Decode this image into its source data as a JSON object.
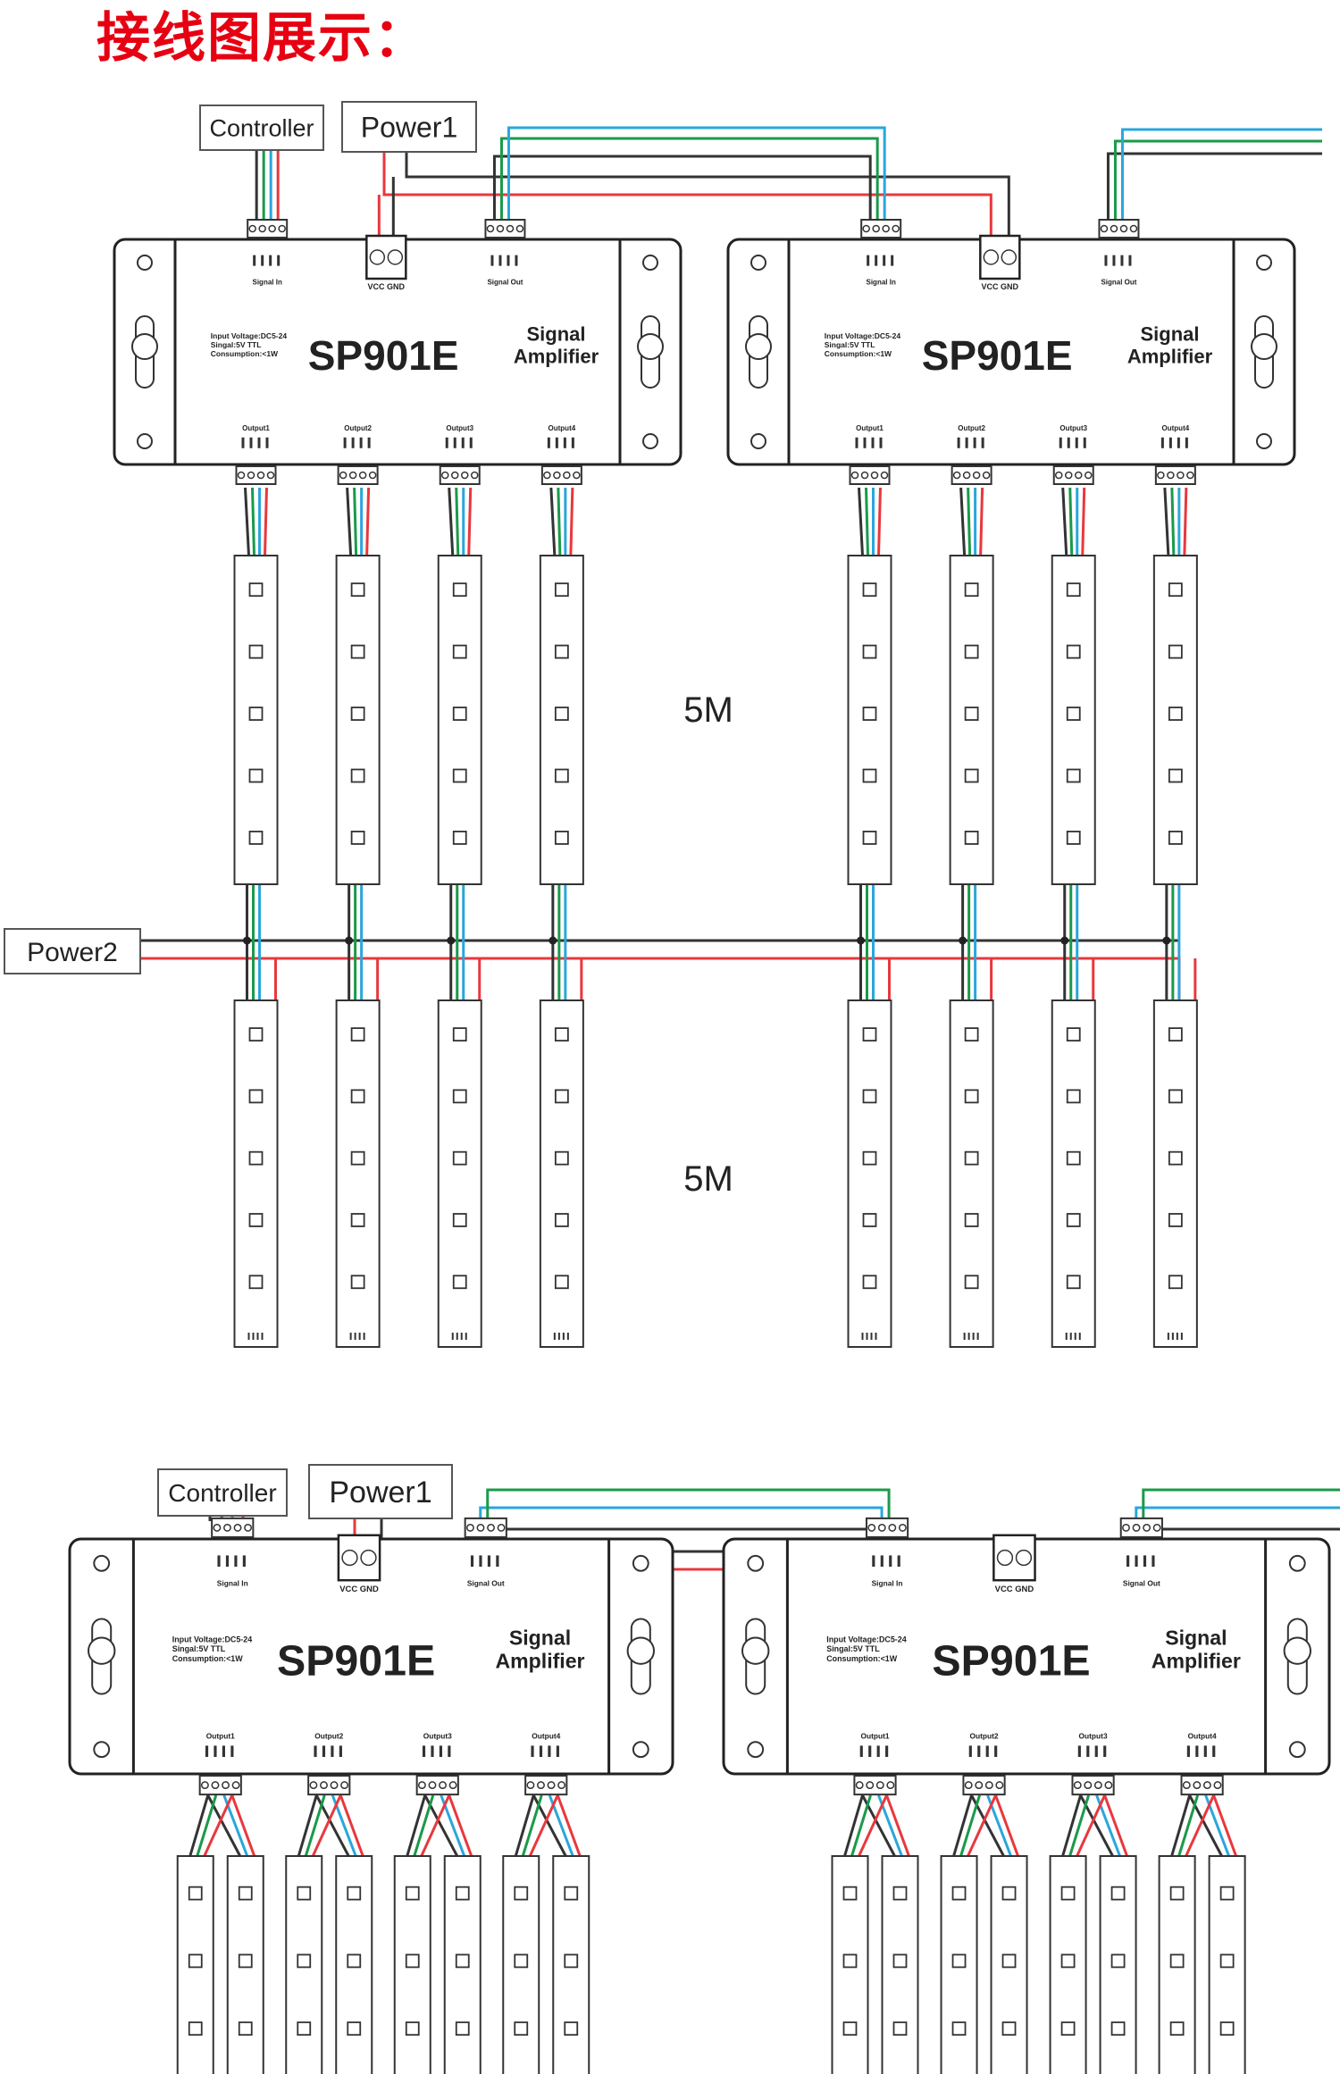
{
  "title": "接线图展示：",
  "labels": {
    "controller": "Controller",
    "power1": "Power1",
    "power2": "Power2",
    "model": "SP901E",
    "signal_amplifier_line1": "Signal",
    "signal_amplifier_line2": "Amplifier",
    "vcc_gnd": "VCC GND",
    "signal_in": "Signal In",
    "signal_out": "Signal Out",
    "spec_voltage": "Input Voltage:DC5-24",
    "spec_signal": "Singal:5V TTL",
    "spec_consumption": "Consumption:<1W",
    "outputs": [
      "Output1",
      "Output2",
      "Output3",
      "Output4"
    ],
    "length_label": "5M"
  },
  "colors": {
    "wire_red": "#e8383d",
    "wire_green": "#1a9a4a",
    "wire_blue": "#2aa6dc",
    "wire_black": "#333333",
    "title_red": "#e60012"
  }
}
